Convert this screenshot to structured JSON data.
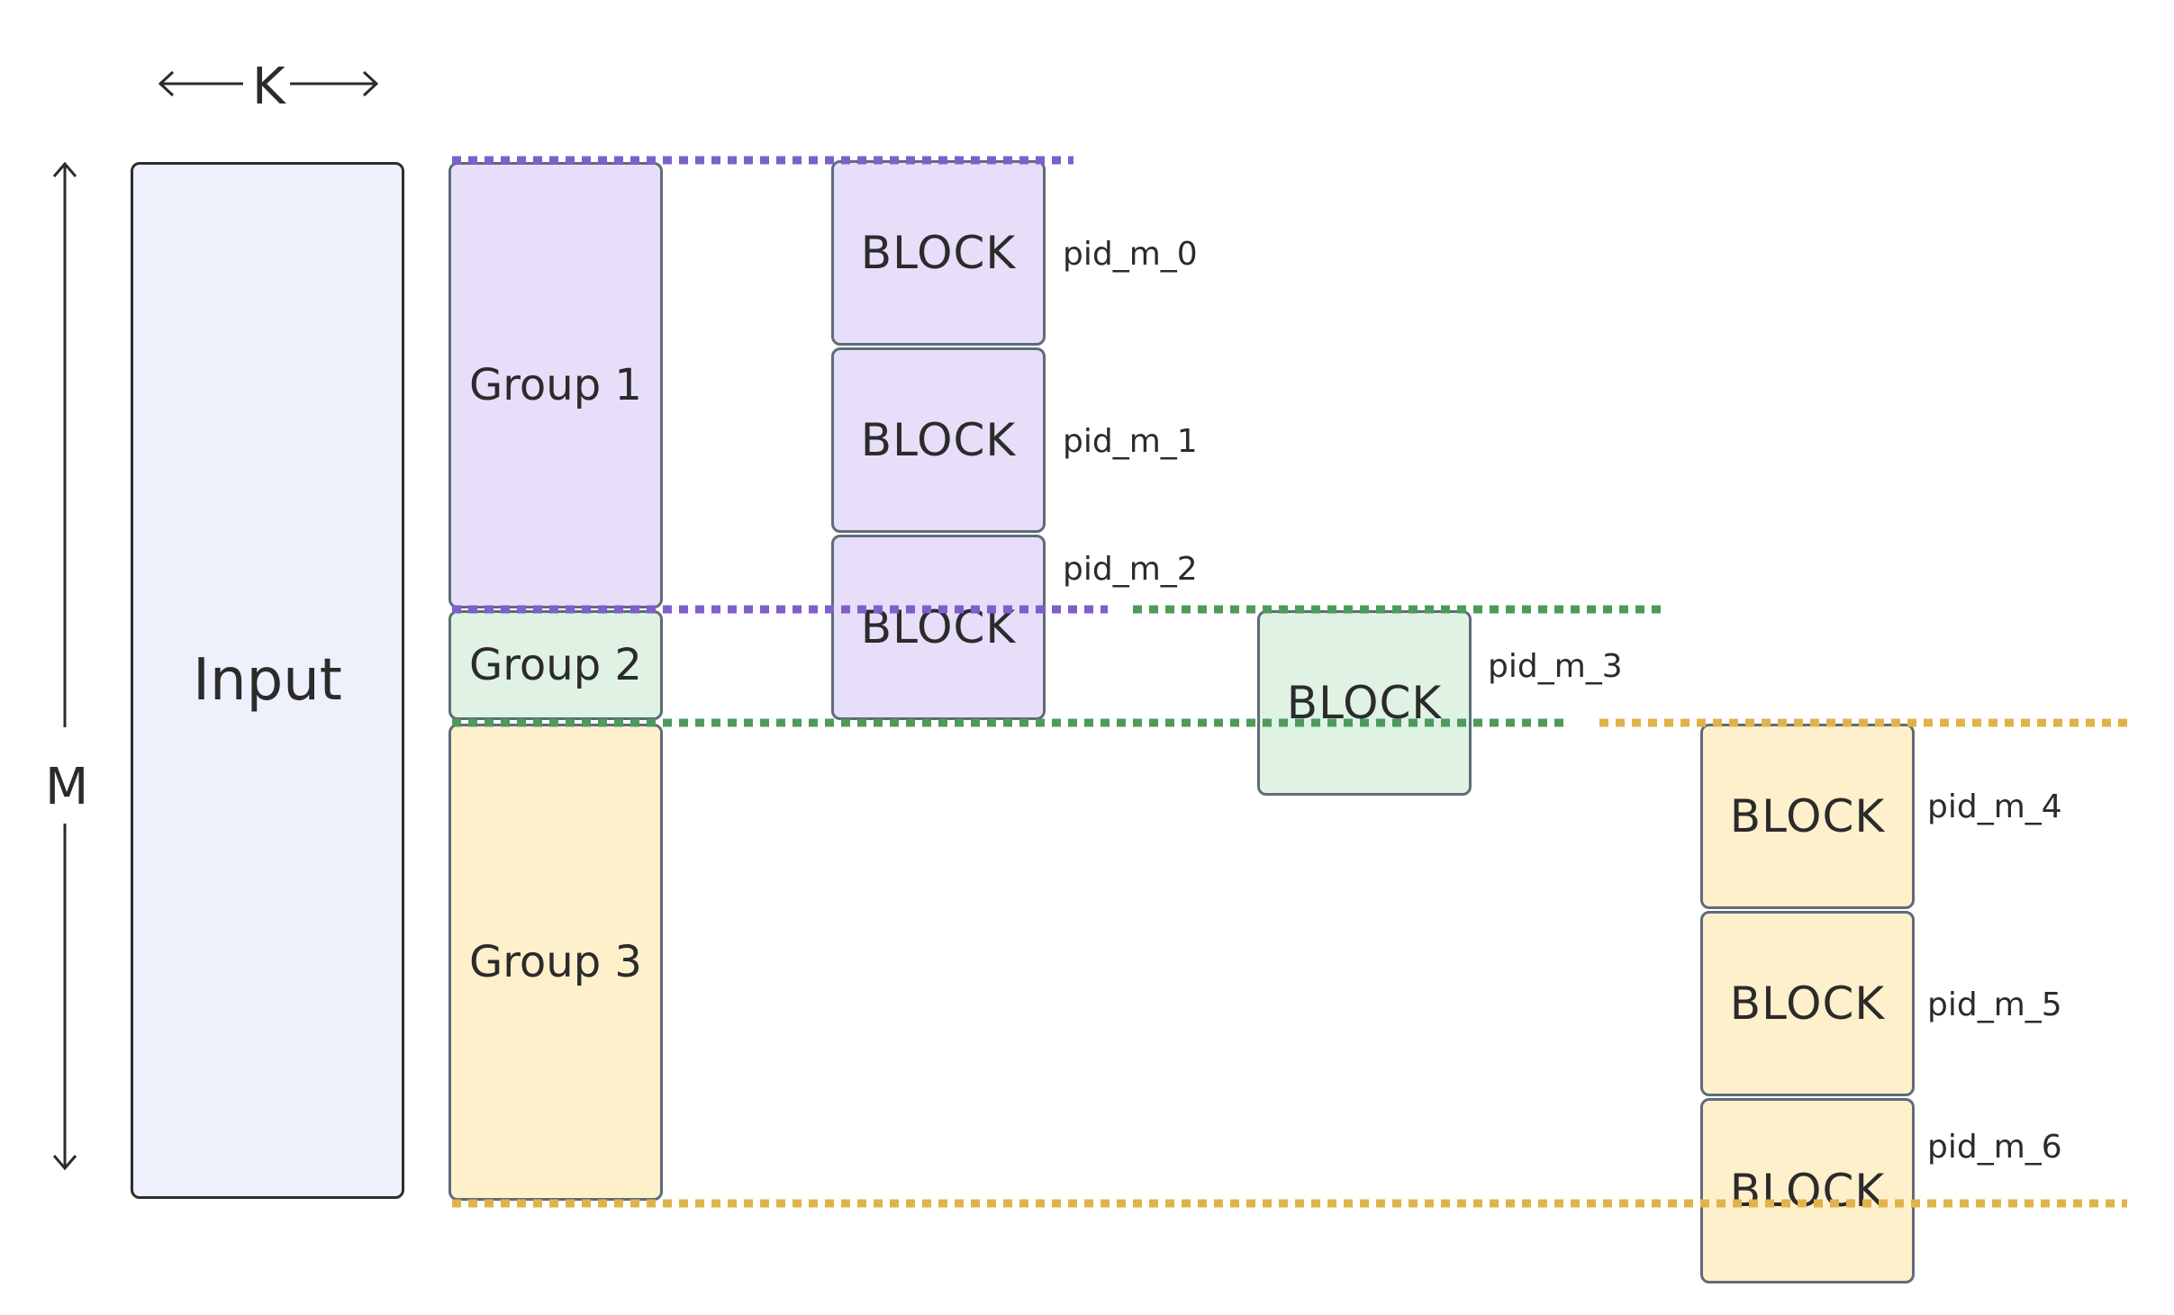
{
  "axes": {
    "k_label": "K",
    "m_label": "M"
  },
  "input": {
    "label": "Input"
  },
  "groups": [
    {
      "label": "Group 1"
    },
    {
      "label": "Group 2"
    },
    {
      "label": "Group 3"
    }
  ],
  "blocks": [
    {
      "label": "BLOCK",
      "pid": "pid_m_0",
      "group": 1
    },
    {
      "label": "BLOCK",
      "pid": "pid_m_1",
      "group": 1
    },
    {
      "label": "BLOCK",
      "pid": "pid_m_2",
      "group": 1
    },
    {
      "label": "BLOCK",
      "pid": "pid_m_3",
      "group": 2
    },
    {
      "label": "BLOCK",
      "pid": "pid_m_4",
      "group": 3
    },
    {
      "label": "BLOCK",
      "pid": "pid_m_5",
      "group": 3
    },
    {
      "label": "BLOCK",
      "pid": "pid_m_6",
      "group": 3
    }
  ],
  "colors": {
    "group_1_fill": "#e7defa",
    "group_2_fill": "#dff2e3",
    "group_3_fill": "#fff0cc",
    "group_1_line": "#7e5fcb",
    "group_2_line": "#4e9a5b",
    "group_3_line": "#e0b34a",
    "input_fill": "#eef0fc"
  }
}
